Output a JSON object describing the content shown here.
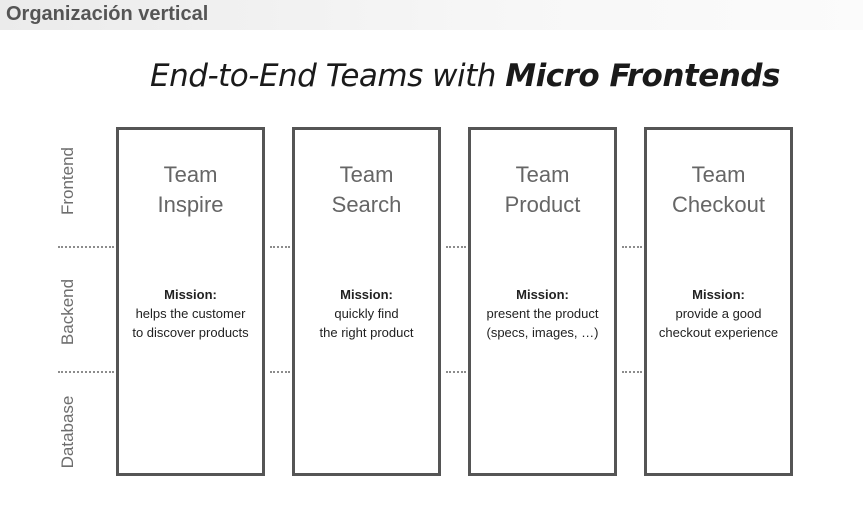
{
  "section_title": "Organización vertical",
  "diagram": {
    "title_light": "End-to-End Teams with ",
    "title_bold": "Micro Frontends",
    "layers": [
      "Frontend",
      "Backend",
      "Database"
    ],
    "mission_label": "Mission:",
    "teams": [
      {
        "name_line1": "Team",
        "name_line2": "Inspire",
        "mission_line1": "helps the customer",
        "mission_line2": "to discover products"
      },
      {
        "name_line1": "Team",
        "name_line2": "Search",
        "mission_line1": "quickly find",
        "mission_line2": "the right product"
      },
      {
        "name_line1": "Team",
        "name_line2": "Product",
        "mission_line1": "present the product",
        "mission_line2": "(specs, images, …)"
      },
      {
        "name_line1": "Team",
        "name_line2": "Checkout",
        "mission_line1": "provide a good",
        "mission_line2": "checkout experience"
      }
    ]
  }
}
